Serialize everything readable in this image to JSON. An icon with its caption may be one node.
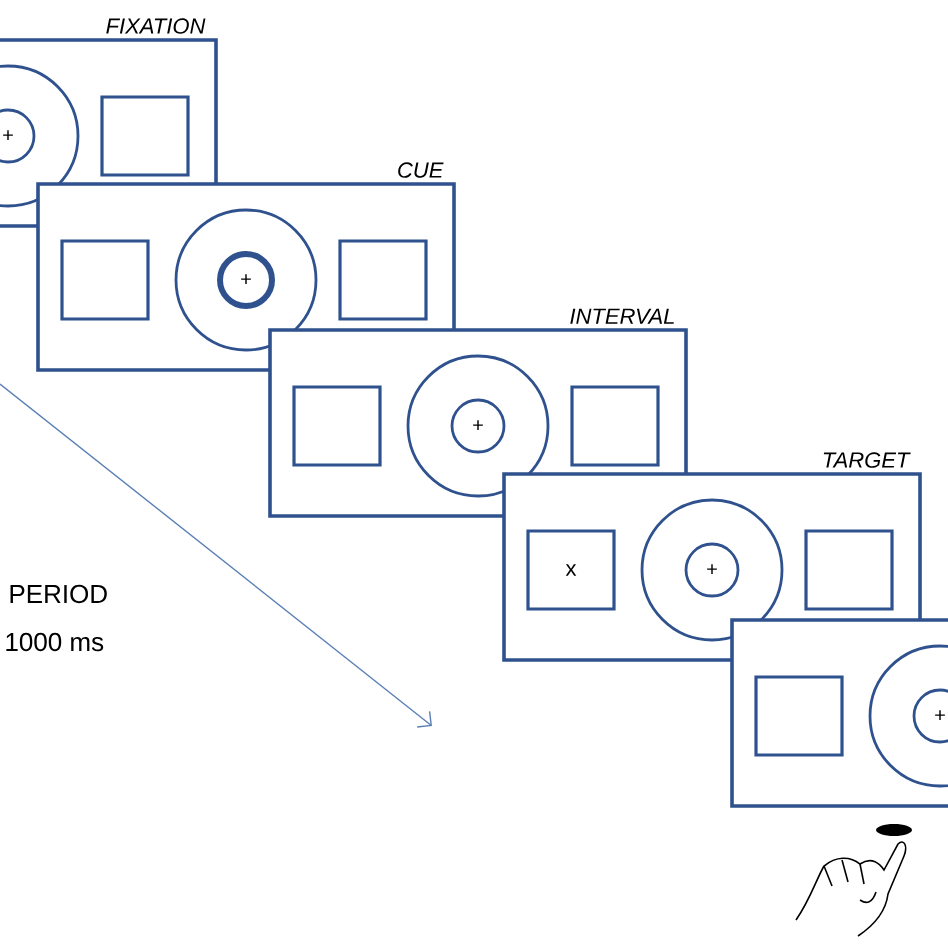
{
  "diagram": {
    "nodes": [
      {
        "text": [
          "FIXATION"
        ]
      },
      {
        "text": [],
        "shape": "circle",
        "in": 0
      },
      {
        "text": [
          "+"
        ],
        "in": 1
      },
      {
        "text": [],
        "shape": "box",
        "in": 0
      },
      {
        "text": [
          "CUE"
        ]
      },
      {
        "text": [],
        "shape": "box",
        "in": 4
      },
      {
        "text": [],
        "shape": "circle",
        "in": 4
      },
      {
        "text": [
          "+"
        ],
        "in": 6
      },
      {
        "text": [],
        "shape": "box",
        "in": 4
      },
      {
        "text": [
          "INTERVAL"
        ]
      },
      {
        "text": [],
        "shape": "box",
        "in": 9
      },
      {
        "text": [],
        "shape": "circle",
        "in": 9
      },
      {
        "text": [
          "+"
        ],
        "in": 11
      },
      {
        "text": [],
        "shape": "box",
        "in": 9
      },
      {
        "text": [
          "TARGET"
        ]
      },
      {
        "text": [
          "x"
        ],
        "in": 14
      },
      {
        "text": [],
        "shape": "circle",
        "in": 14
      },
      {
        "text": [
          "+"
        ],
        "in": 16
      },
      {
        "text": [],
        "shape": "box",
        "in": 14
      },
      {
        "text": [],
        "shape": "box"
      },
      {
        "text": [],
        "shape": "box",
        "in": 19
      },
      {
        "text": [],
        "shape": "circle",
        "in": 19
      },
      {
        "text": [
          "+"
        ],
        "in": 21
      }
    ],
    "labels": [
      "PERIOD",
      "1000 ms"
    ]
  }
}
